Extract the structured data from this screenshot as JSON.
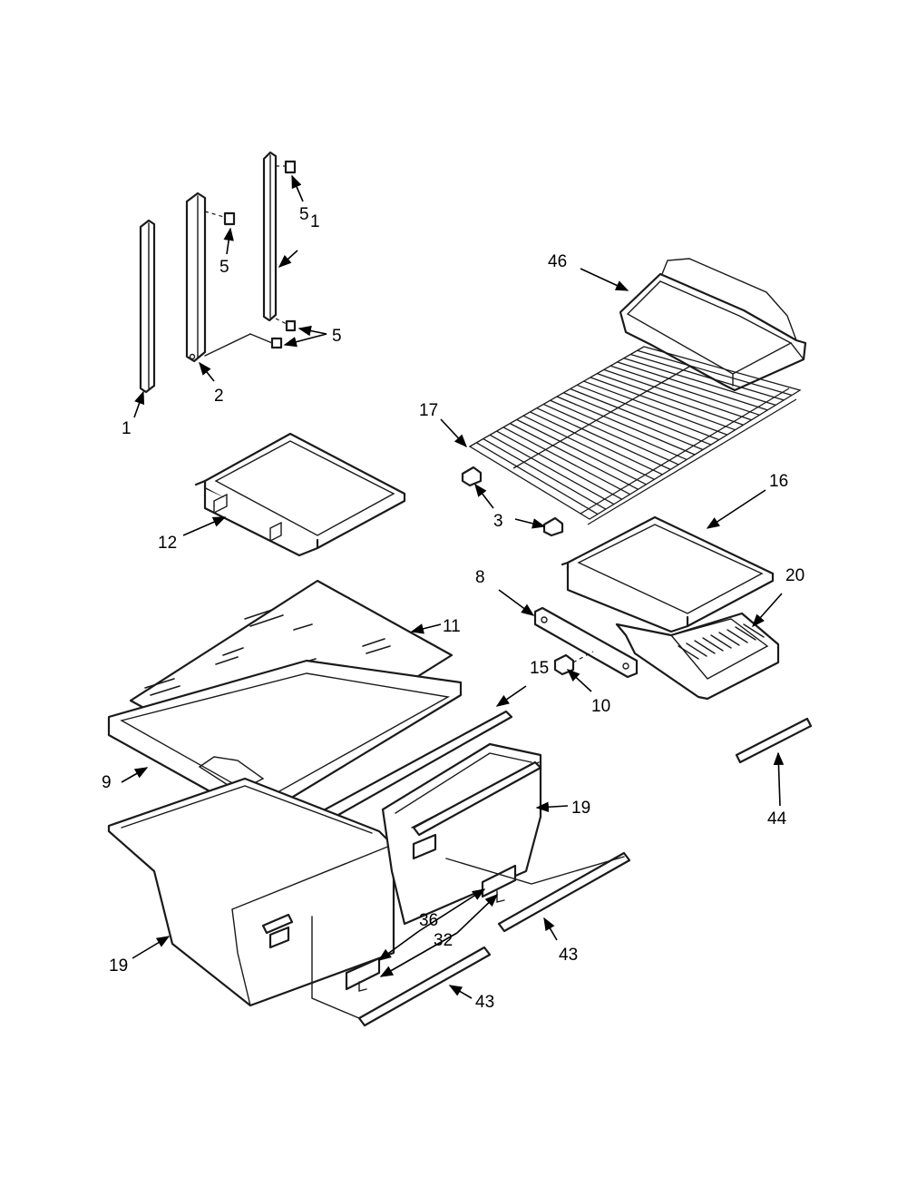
{
  "callouts": [
    {
      "id": "c1a",
      "text": "1"
    },
    {
      "id": "c1b",
      "text": "1"
    },
    {
      "id": "c2",
      "text": "2"
    },
    {
      "id": "c3",
      "text": "3"
    },
    {
      "id": "c5a",
      "text": "5"
    },
    {
      "id": "c5b",
      "text": "5"
    },
    {
      "id": "c5c",
      "text": "5"
    },
    {
      "id": "c8",
      "text": "8"
    },
    {
      "id": "c9",
      "text": "9"
    },
    {
      "id": "c10",
      "text": "10"
    },
    {
      "id": "c11",
      "text": "11"
    },
    {
      "id": "c12",
      "text": "12"
    },
    {
      "id": "c15",
      "text": "15"
    },
    {
      "id": "c16",
      "text": "16"
    },
    {
      "id": "c17",
      "text": "17"
    },
    {
      "id": "c19a",
      "text": "19"
    },
    {
      "id": "c19b",
      "text": "19"
    },
    {
      "id": "c20",
      "text": "20"
    },
    {
      "id": "c32",
      "text": "32"
    },
    {
      "id": "c36",
      "text": "36"
    },
    {
      "id": "c43a",
      "text": "43"
    },
    {
      "id": "c43b",
      "text": "43"
    },
    {
      "id": "c44",
      "text": "44"
    },
    {
      "id": "c46",
      "text": "46"
    }
  ]
}
